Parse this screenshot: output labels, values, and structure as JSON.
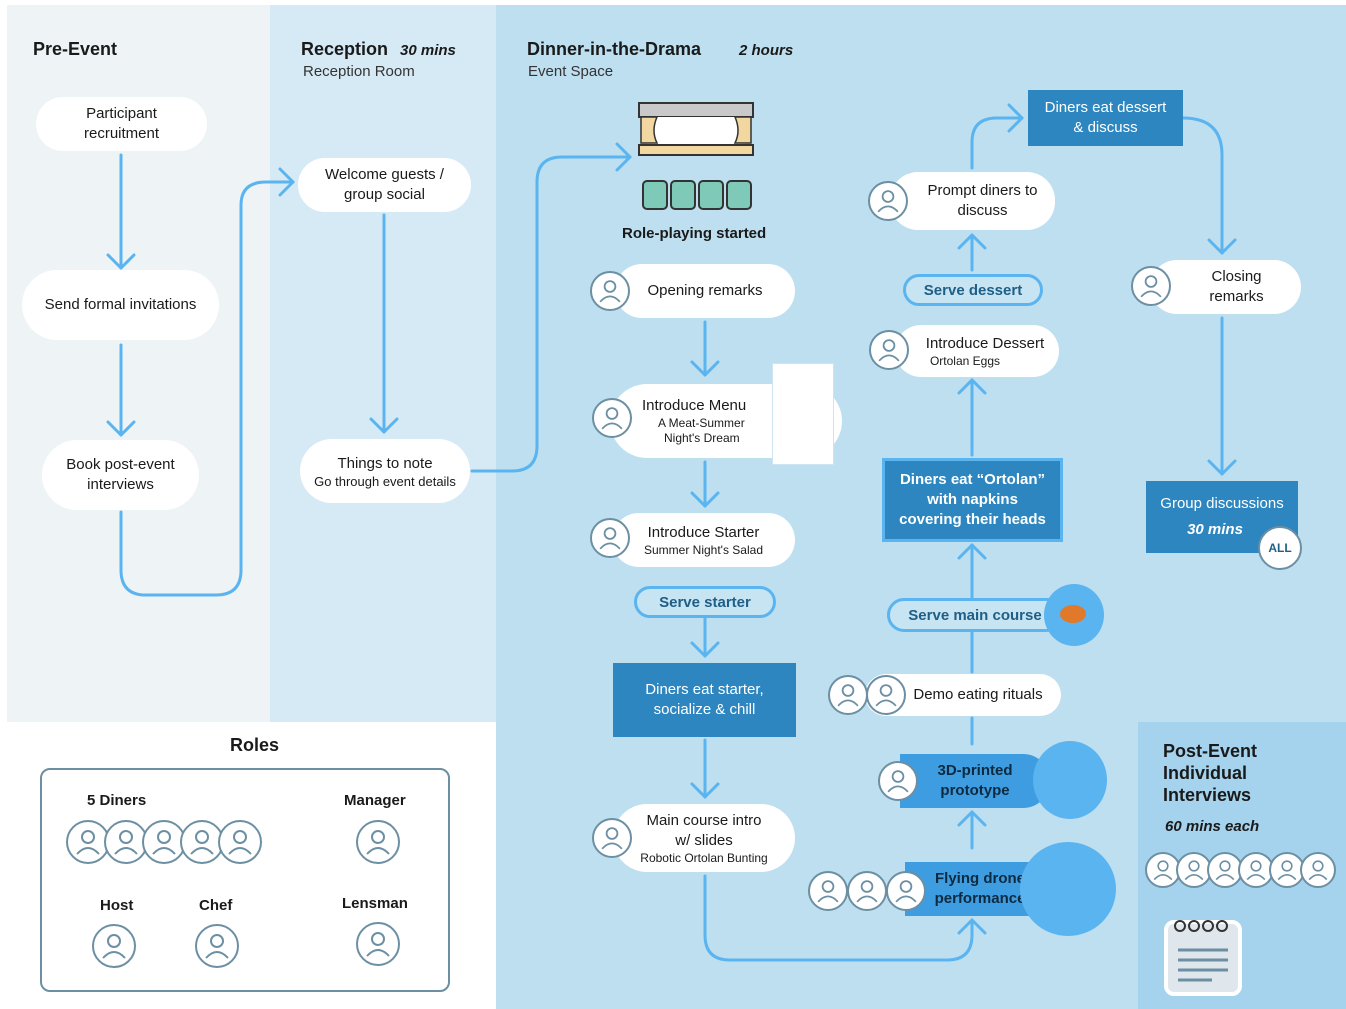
{
  "colors": {
    "preEvent": "#eef3f6",
    "reception": "#d6eaf6",
    "dinner": "#bddff0",
    "postEvent": "#9fcfea",
    "arrow": "#5ab4f0",
    "darkBox": "#2d86bf",
    "accent": "#3d9de0"
  },
  "columns": {
    "pre_event": {
      "title": "Pre-Event"
    },
    "reception": {
      "title": "Reception",
      "duration": "30 mins",
      "location": "Reception Room"
    },
    "dinner": {
      "title": "Dinner-in-the-Drama",
      "duration": "2 hours",
      "location": "Event Space"
    },
    "post_event": {
      "title_l1": "Post-Event",
      "title_l2": "Individual",
      "title_l3": "Interviews",
      "duration": "60 mins each"
    }
  },
  "pre_event": {
    "recruit": [
      "Participant",
      "recruitment"
    ],
    "invite": "Send formal invitations",
    "book": [
      "Book post-event",
      "interviews"
    ]
  },
  "reception_steps": {
    "welcome": [
      "Welcome guests /",
      "group social"
    ],
    "things": "Things to note",
    "things_sub": "Go through event details"
  },
  "dinner_steps": {
    "stage_caption": "Role-playing started",
    "opening": "Opening remarks",
    "menu": "Introduce Menu",
    "menu_sub": [
      "A Meat-Summer",
      "Night's Dream"
    ],
    "starter": "Introduce Starter",
    "starter_sub": "Summer Night's Salad",
    "serve_starter": "Serve starter",
    "eat_starter": [
      "Diners eat starter,",
      "socialize & chill"
    ],
    "main_intro": [
      "Main course intro",
      "w/ slides"
    ],
    "main_intro_sub": "Robotic Ortolan Bunting",
    "drone": [
      "Flying drone",
      "performance"
    ],
    "proto": [
      "3D-printed",
      "prototype"
    ],
    "demo": "Demo eating rituals",
    "serve_main": "Serve main course",
    "eat_ortolan": [
      "Diners eat “Ortolan”",
      "with napkins",
      "covering their heads"
    ],
    "dessert_intro": "Introduce Dessert",
    "dessert_sub": "Ortolan Eggs",
    "serve_dessert": "Serve dessert",
    "prompt": [
      "Prompt diners to",
      "discuss"
    ],
    "eat_dessert": [
      "Diners eat dessert",
      "& discuss"
    ],
    "closing": [
      "Closing",
      "remarks"
    ],
    "group": "Group discussions",
    "group_dur": "30 mins",
    "group_badge": "ALL"
  },
  "roles": {
    "title": "Roles",
    "diners": "5 Diners",
    "manager": "Manager",
    "host": "Host",
    "chef": "Chef",
    "lensman": "Lensman"
  }
}
